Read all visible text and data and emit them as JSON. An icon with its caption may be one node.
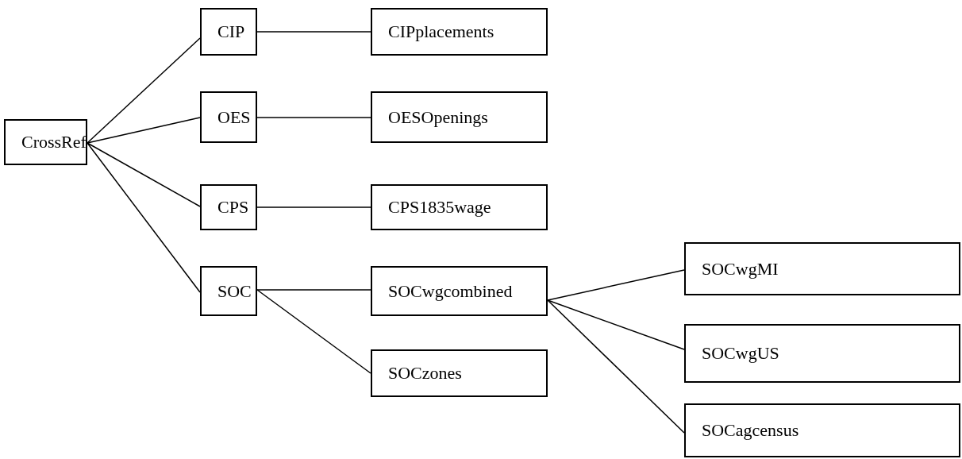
{
  "diagram": {
    "nodes": [
      {
        "text": [
          "CrossRef"
        ]
      },
      {
        "text": [
          "CIP"
        ]
      },
      {
        "text": [
          "OES"
        ]
      },
      {
        "text": [
          "CPS"
        ]
      },
      {
        "text": [
          "SOC"
        ]
      },
      {
        "text": [
          "CIPplacements"
        ]
      },
      {
        "text": [
          "OESOpenings"
        ]
      },
      {
        "text": [
          "CPS1835wage"
        ]
      },
      {
        "text": [
          "SOCwgcombined"
        ]
      },
      {
        "text": [
          "SOCzones"
        ]
      },
      {
        "text": [
          "SOCwgMI"
        ]
      },
      {
        "text": [
          "SOCwgUS"
        ]
      },
      {
        "text": [
          "SOCagcensus"
        ]
      }
    ],
    "edges": [
      {
        "from": 0,
        "to": 1,
        "arrow": "none"
      },
      {
        "from": 0,
        "to": 2,
        "arrow": "none"
      },
      {
        "from": 0,
        "to": 3,
        "arrow": "none"
      },
      {
        "from": 0,
        "to": 4,
        "arrow": "none"
      },
      {
        "from": 1,
        "to": 5,
        "arrow": "none"
      },
      {
        "from": 2,
        "to": 6,
        "arrow": "none"
      },
      {
        "from": 3,
        "to": 7,
        "arrow": "none"
      },
      {
        "from": 4,
        "to": 8,
        "arrow": "none"
      },
      {
        "from": 4,
        "to": 9,
        "arrow": "none"
      },
      {
        "from": 8,
        "to": 10,
        "arrow": "none"
      },
      {
        "from": 8,
        "to": 11,
        "arrow": "none"
      },
      {
        "from": 8,
        "to": 12,
        "arrow": "none"
      }
    ]
  }
}
